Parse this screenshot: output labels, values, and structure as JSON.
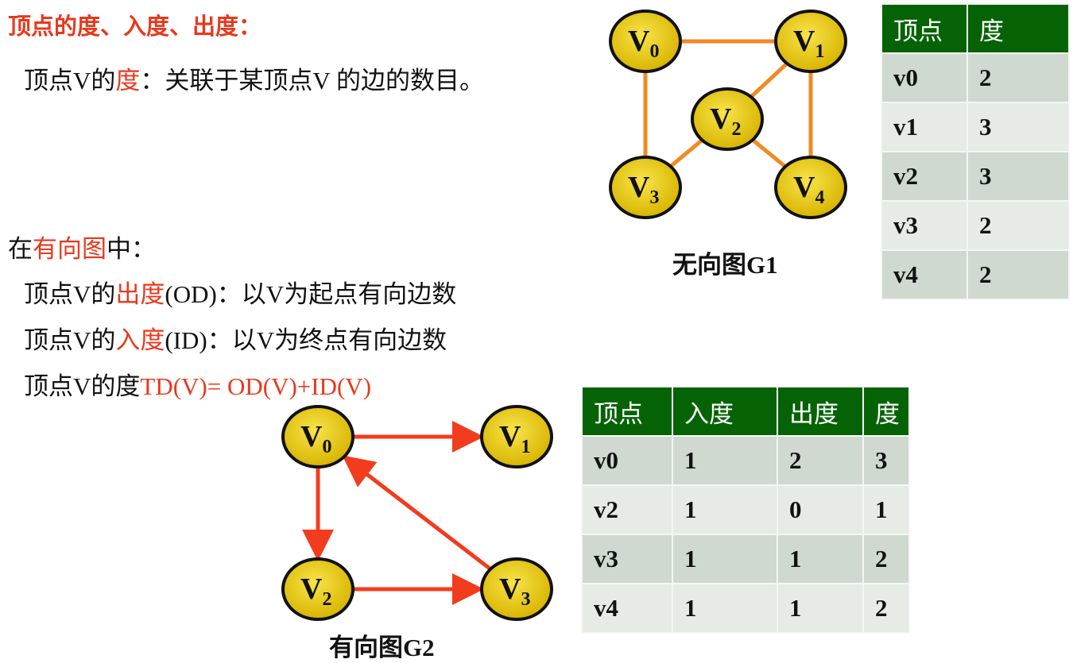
{
  "title": "顶点的度、入度、出度：",
  "definition": {
    "pre": "顶点V的",
    "em": "度",
    "post": "：关联于某顶点V 的边的数目。"
  },
  "directed": {
    "heading": {
      "pre": "在",
      "em": "有向图",
      "post": "中："
    },
    "od": {
      "pre": "顶点V的",
      "em": "出度",
      "post": "(OD)：以V为起点有向边数"
    },
    "id": {
      "pre": "顶点V的",
      "em": "入度",
      "post": "(ID)：以V为终点有向边数"
    },
    "td": {
      "pre": "顶点V的度",
      "em": "TD(V)= OD(V)+ID(V)"
    }
  },
  "graph1": {
    "caption": "无向图G1",
    "nodes": [
      "V0",
      "V1",
      "V2",
      "V3",
      "V4"
    ],
    "edges": [
      [
        "V0",
        "V1"
      ],
      [
        "V0",
        "V3"
      ],
      [
        "V1",
        "V2"
      ],
      [
        "V1",
        "V4"
      ],
      [
        "V2",
        "V3"
      ],
      [
        "V2",
        "V4"
      ]
    ],
    "edge_color": "#f08a24"
  },
  "graph2": {
    "caption": "有向图G2",
    "nodes": [
      "V0",
      "V1",
      "V2",
      "V3"
    ],
    "edges": [
      [
        "V0",
        "V1"
      ],
      [
        "V0",
        "V2"
      ],
      [
        "V2",
        "V3"
      ],
      [
        "V3",
        "V0"
      ]
    ],
    "edge_color": "#f23c1e"
  },
  "node_fill": "#e6c80a",
  "table1": {
    "headers": [
      "顶点",
      "度"
    ],
    "rows": [
      [
        "v0",
        "2"
      ],
      [
        "v1",
        "3"
      ],
      [
        "v2",
        "3"
      ],
      [
        "v3",
        "2"
      ],
      [
        "v4",
        "2"
      ]
    ]
  },
  "table2": {
    "headers": [
      "顶点",
      "入度",
      "出度",
      "度"
    ],
    "rows": [
      [
        "v0",
        "1",
        "2",
        "3"
      ],
      [
        "v2",
        "1",
        "0",
        "1"
      ],
      [
        "v3",
        "1",
        "1",
        "2"
      ],
      [
        "v4",
        "1",
        "1",
        "2"
      ]
    ]
  }
}
